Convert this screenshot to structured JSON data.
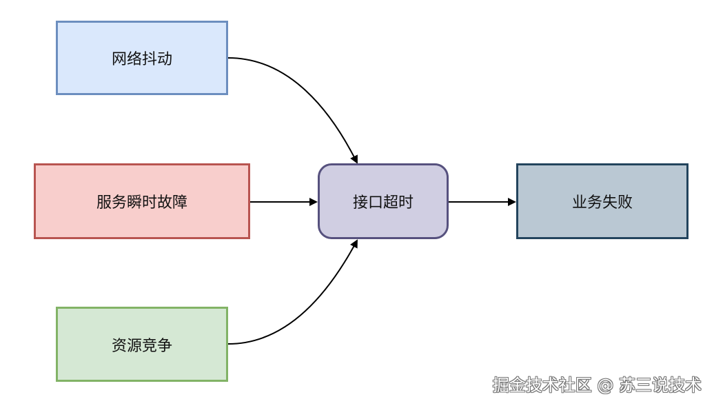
{
  "nodes": {
    "network_jitter": "网络抖动",
    "service_failure": "服务瞬时故障",
    "resource_contention": "资源竞争",
    "interface_timeout": "接口超时",
    "business_failure": "业务失败"
  },
  "watermark": "掘金技术社区 @ 苏三说技术"
}
